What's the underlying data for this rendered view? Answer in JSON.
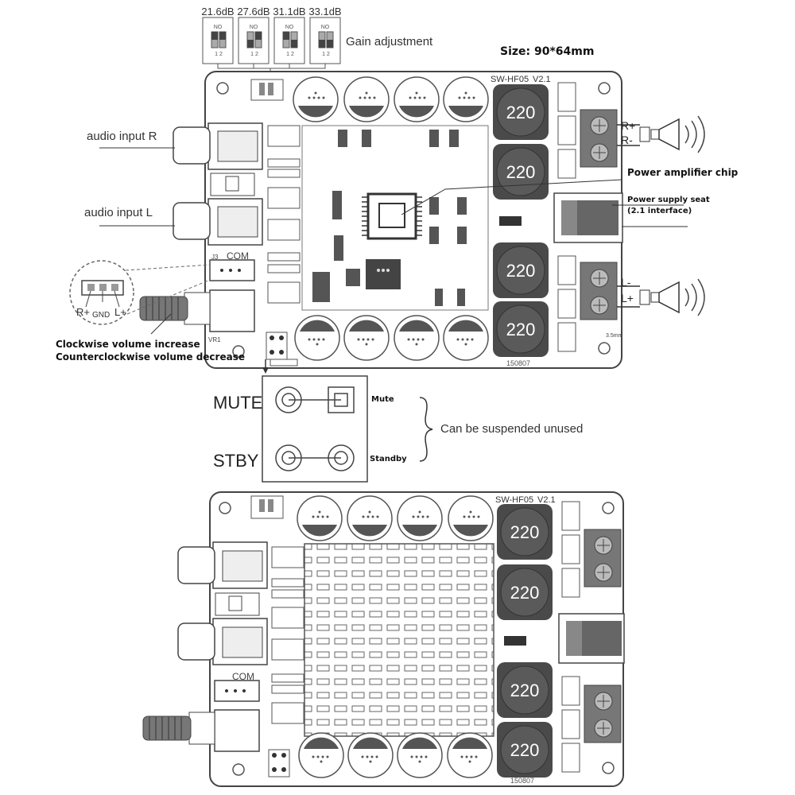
{
  "gain": {
    "values": [
      "21.6dB",
      "27.6dB",
      "31.1dB",
      "33.1dB"
    ],
    "switch_label": "NO",
    "switch_pins": "1 2",
    "caption": "Gain adjustment"
  },
  "size_label": "Size: 90*64mm",
  "board_top": {
    "model": "SW-HF05",
    "version": "V2.1",
    "inductor_value": "220",
    "date_code": "150807",
    "com_label": "COM",
    "j_label": "J3",
    "vr_label": "VR1",
    "mute_pin_label": "MUTE",
    "stby_pin_label": "STBY",
    "dim_label": "3.5mm"
  },
  "labels": {
    "audio_input_r": "audio input R",
    "audio_input_l": "audio input L",
    "gnd": "GND",
    "r_plus": "R+",
    "l_plus": "L+",
    "clockwise": "Clockwise volume increase",
    "counterclockwise": "Counterclockwise volume decrease",
    "power_amp_chip": "Power amplifier chip",
    "power_seat_line1": "Power supply seat",
    "power_seat_line2": "(2.1 interface)",
    "out_r_plus": "R+",
    "out_r_minus": "R-",
    "out_l_minus": "L-",
    "out_l_plus": "L+"
  },
  "detail": {
    "mute": "MUTE",
    "stby": "STBY",
    "mute_desc": "Mute",
    "standby_desc": "Standby",
    "note": "Can be suspended unused"
  },
  "board_bottom": {
    "model": "SW-HF05",
    "version": "V2.1",
    "inductor_value": "220",
    "date_code": "150807",
    "com_label": "COM"
  }
}
